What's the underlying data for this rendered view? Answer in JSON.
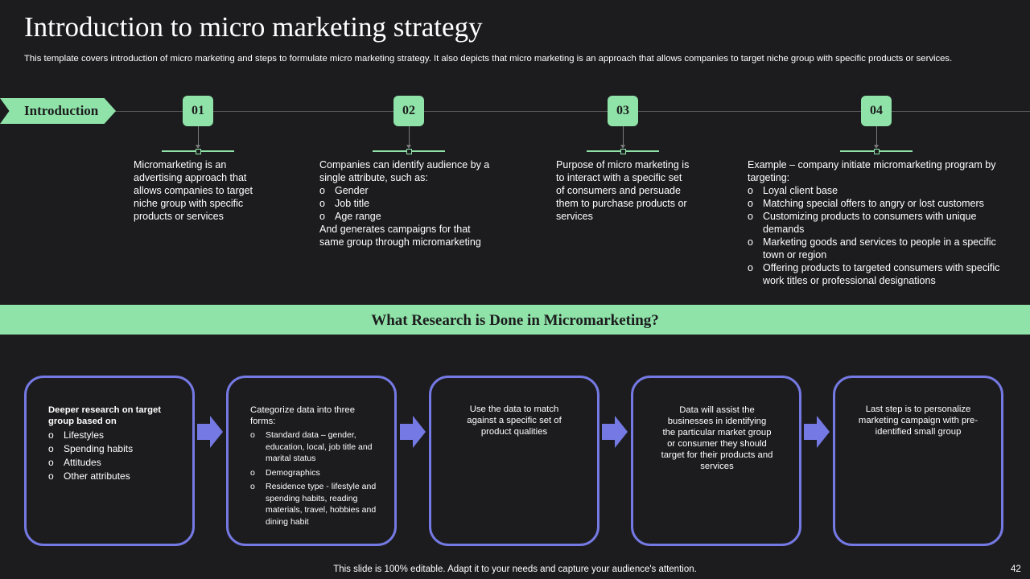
{
  "title": "Introduction to micro marketing strategy",
  "subtitle": "This template covers introduction of micro marketing and steps to formulate micro marketing strategy. It also depicts that micro marketing is an approach that allows companies to target niche group with specific products or services.",
  "intro_label": "Introduction",
  "steps": [
    {
      "number": "01",
      "text": "Micromarketing is an advertising approach that allows companies to target niche group with specific products or services"
    },
    {
      "number": "02",
      "text_before": "Companies can identify audience by a single attribute, such as:",
      "bullets": [
        "Gender",
        "Job title",
        "Age range"
      ],
      "text_after": "And generates campaigns for that same group through micromarketing"
    },
    {
      "number": "03",
      "text": "Purpose of micro marketing is to interact with a specific set of consumers and persuade them to purchase products or services"
    },
    {
      "number": "04",
      "text_before": "Example – company initiate micromarketing program by targeting:",
      "bullets": [
        "Loyal client base",
        "Matching special offers to angry or lost customers",
        "Customizing products to consumers with unique demands",
        "Marketing goods and services to people in a specific town or region",
        "Offering products to targeted consumers with specific work titles or professional designations"
      ]
    }
  ],
  "research_title": "What Research is Done in Micromarketing?",
  "research_cards": [
    {
      "heading": "Deeper research on target group based on",
      "bullets": [
        "Lifestyles",
        "Spending habits",
        "Attitudes",
        "Other attributes"
      ]
    },
    {
      "heading": "Categorize data into three forms:",
      "bullets": [
        "Standard data – gender, education, local, job title and marital status",
        "Demographics",
        "Residence type - lifestyle and spending habits, reading materials, travel, hobbies and dining habit"
      ]
    },
    {
      "text": "Use the data to match against a specific set of product qualities"
    },
    {
      "text": "Data will assist the businesses in identifying the particular market group or consumer they should target for their products and services"
    },
    {
      "text": "Last step is to personalize marketing campaign with pre-identified small group"
    }
  ],
  "footer": "This slide is 100% editable. Adapt it to your needs and capture your audience's attention.",
  "page_number": "42",
  "colors": {
    "background": "#1c1c1e",
    "accent_green": "#8fe3a8",
    "accent_purple": "#7579e3"
  }
}
